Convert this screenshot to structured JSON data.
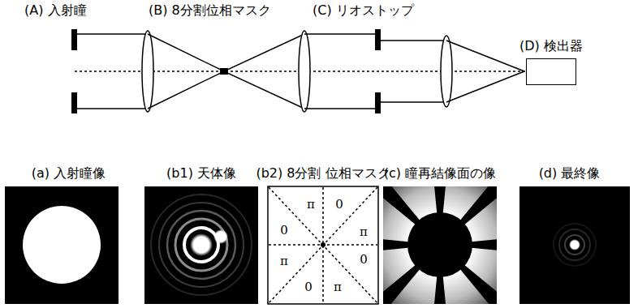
{
  "diagram": {
    "nodes": [
      {
        "text": [
          "(D) 検出器"
        ]
      },
      {
        "text": [
          "(a) 入射瞳像"
        ]
      },
      {
        "text": [
          "(b1) 天体像"
        ]
      },
      {
        "text": [
          "(b2) 8分割 位相マスク"
        ]
      },
      {
        "text": [
          "(c) 瞳再結像面の像"
        ]
      },
      {
        "text": [
          "(d) 最終像"
        ]
      }
    ],
    "labels": [
      "(A) 入射瞳",
      "(B) 8分割位相マスク",
      "(C) リオストップ",
      "π",
      "0",
      "0",
      "π",
      "π",
      "0",
      "0",
      "π"
    ]
  }
}
